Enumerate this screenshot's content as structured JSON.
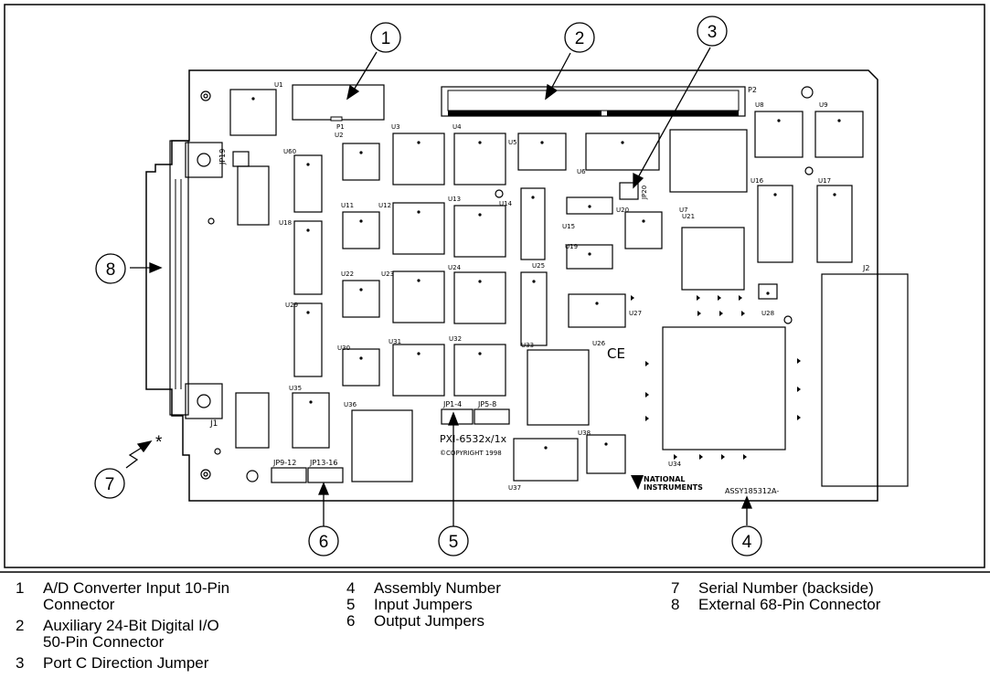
{
  "callouts": [
    "1",
    "2",
    "3",
    "4",
    "5",
    "6",
    "7",
    "8"
  ],
  "legend": [
    {
      "num": "1",
      "lines": [
        "A/D Converter Input 10-Pin",
        "Connector"
      ]
    },
    {
      "num": "2",
      "lines": [
        "Auxiliary 24-Bit Digital I/O",
        "50-Pin Connector"
      ]
    },
    {
      "num": "3",
      "lines": [
        "Port C Direction Jumper"
      ]
    },
    {
      "num": "4",
      "lines": [
        "Assembly Number"
      ]
    },
    {
      "num": "5",
      "lines": [
        "Input Jumpers"
      ]
    },
    {
      "num": "6",
      "lines": [
        "Output Jumpers"
      ]
    },
    {
      "num": "7",
      "lines": [
        "Serial Number (backside)"
      ]
    },
    {
      "num": "8",
      "lines": [
        "External 68-Pin Connector"
      ]
    }
  ],
  "board": {
    "serial_mark": "*",
    "product_label": "PXI-6532x/1x",
    "copyright": "©COPYRIGHT 1998",
    "assembly_number": "ASSY185312A-",
    "manufacturer_line1": "NATIONAL",
    "manufacturer_line2": "INSTRUMENTS",
    "ce_mark": "CE",
    "jumpers": {
      "jp1_4": "JP1-4",
      "jp5_8": "JP5-8",
      "jp9_12": "JP9-12",
      "jp13_16": "JP13-16",
      "jp19": "JP19",
      "jp20": "JP20"
    },
    "connectors": {
      "p1": "P1",
      "p2": "P2",
      "j1": "J1",
      "j2": "J2"
    },
    "chips": [
      "U1",
      "U2",
      "U3",
      "U4",
      "U5",
      "U6",
      "U7",
      "U8",
      "U9",
      "U11",
      "U12",
      "U13",
      "U14",
      "U15",
      "U16",
      "U17",
      "U18",
      "U19",
      "U20",
      "U21",
      "U22",
      "U23",
      "U24",
      "U25",
      "U26",
      "U27",
      "U28",
      "U29",
      "U30",
      "U31",
      "U32",
      "U33",
      "U34",
      "U35",
      "U36",
      "U37",
      "U38",
      "U60"
    ]
  }
}
